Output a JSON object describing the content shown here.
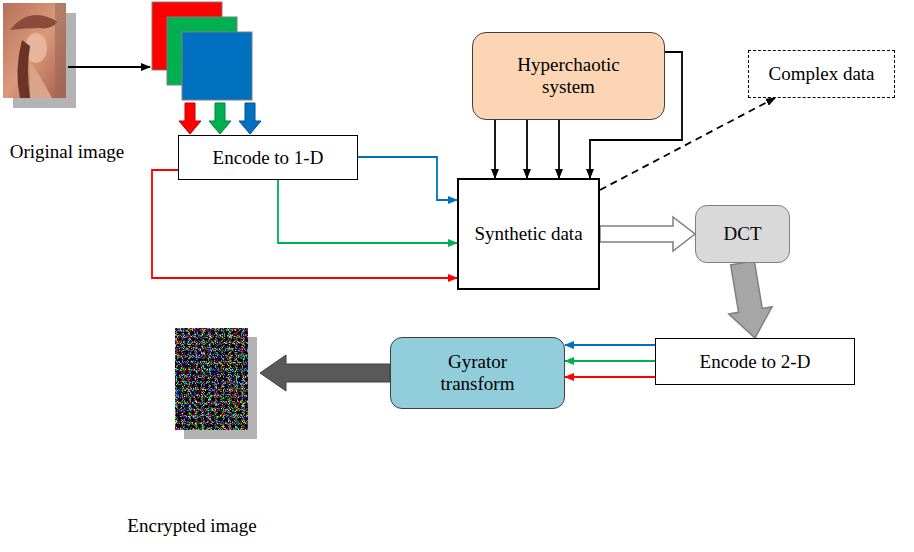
{
  "diagram": {
    "nodes": [
      {
        "text": [
          "Encode to 1-D"
        ]
      },
      {
        "text": [
          "Hyperchaotic system"
        ]
      },
      {
        "text": [
          "Synthetic data"
        ]
      },
      {
        "text": [
          "Complex data"
        ]
      },
      {
        "text": [
          "DCT"
        ]
      },
      {
        "text": [
          "Encode to 2-D"
        ]
      },
      {
        "text": [
          "Gyrator transform"
        ]
      }
    ],
    "edges": [
      {
        "from": 0,
        "to": 2,
        "arrow": "to"
      },
      {
        "from": 0,
        "to": 2,
        "arrow": "to"
      },
      {
        "from": 0,
        "to": 2,
        "arrow": "to"
      },
      {
        "from": 1,
        "to": 2,
        "arrow": "to"
      },
      {
        "from": 1,
        "to": 2,
        "arrow": "to"
      },
      {
        "from": 1,
        "to": 2,
        "arrow": "to"
      },
      {
        "from": 1,
        "to": 2,
        "arrow": "to"
      },
      {
        "from": 2,
        "to": 3,
        "arrow": "to"
      },
      {
        "from": 2,
        "to": 4,
        "arrow": "to"
      },
      {
        "from": 4,
        "to": 5,
        "arrow": "to"
      },
      {
        "from": 5,
        "to": 6,
        "arrow": "to"
      },
      {
        "from": 5,
        "to": 6,
        "arrow": "to"
      },
      {
        "from": 5,
        "to": 6,
        "arrow": "to"
      }
    ],
    "labels": [
      "Original image",
      "Encrypted image"
    ]
  }
}
